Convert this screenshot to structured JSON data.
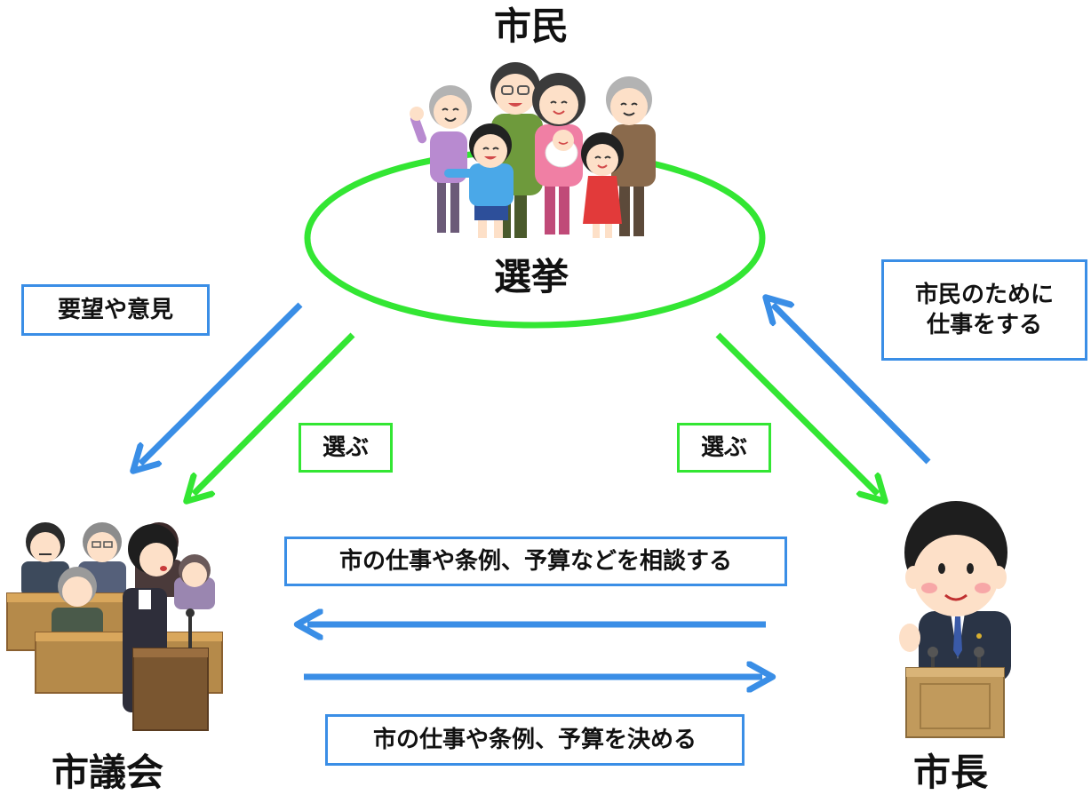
{
  "nodes": {
    "citizens": "市民",
    "election": "選挙",
    "council": "市議会",
    "mayor": "市長"
  },
  "labels": {
    "requests": "要望や意見",
    "elect_left": "選ぶ",
    "elect_right": "選ぶ",
    "mayor_work_line1": "市民のために",
    "mayor_work_line2": "仕事をする",
    "consult": "市の仕事や条例、予算などを相談する",
    "decide": "市の仕事や条例、予算を決める"
  },
  "colors": {
    "blue_arrow": "#3a8ee6",
    "green_arrow": "#33e633",
    "ellipse": "#33e633"
  },
  "icons": {
    "citizens": "family-group-icon",
    "council": "city-council-members-icon",
    "mayor": "mayor-at-podium-icon"
  }
}
